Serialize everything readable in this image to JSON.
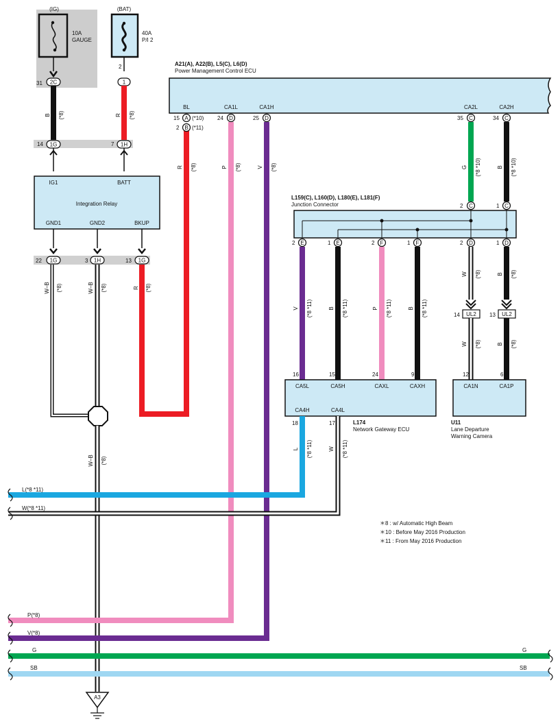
{
  "colors": {
    "component_fill": "#cde9f5",
    "fuse_bg": "#cdcdcd",
    "junction_bar": "#d0d0d0",
    "red": "#ec1c24",
    "black": "#111111",
    "pink": "#f08cbe",
    "violet": "#6a2c91",
    "green": "#00a651",
    "blue": "#1aa7e0",
    "sky_blue": "#9fd7f2",
    "white_wire": "#ffffff"
  },
  "fuses": {
    "gauge": {
      "source": "(IG)",
      "rating": "10A",
      "name": "GAUGE",
      "pin": "31",
      "connector": "2C"
    },
    "pi2": {
      "source": "(BAT)",
      "rating": "40A",
      "name": "P/I 2",
      "pin_top": "2",
      "pin": "1"
    }
  },
  "wire_labels": {
    "gauge_b": {
      "color": "B",
      "note": "(*8)"
    },
    "pi2_r": {
      "color": "R",
      "note": "(*8)"
    },
    "ecu_r": {
      "color": "R",
      "note": "(*8)"
    },
    "ecu_p": {
      "color": "P",
      "note": "(*8)"
    },
    "ecu_v": {
      "color": "V",
      "note": "(*8)"
    },
    "ecu_g": {
      "color": "G",
      "note": "(*8 *10)"
    },
    "ecu_b": {
      "color": "B",
      "note": "(*8 *10)"
    },
    "gnd1": {
      "color": "W–B",
      "note": "(*8)"
    },
    "gnd2": {
      "color": "W–B",
      "note": "(*8)"
    },
    "bkup": {
      "color": "R",
      "note": "(*8)"
    },
    "ground_main": {
      "color": "W–B",
      "note": "(*8)"
    },
    "jc_v": {
      "color": "V",
      "note": "(*8 *11)"
    },
    "jc_b1": {
      "color": "B",
      "note": "(*8 *11)"
    },
    "jc_p": {
      "color": "P",
      "note": "(*8 *11)"
    },
    "jc_b2": {
      "color": "B",
      "note": "(*8 *11)"
    },
    "jc_w": {
      "color": "W",
      "note": "(*8)"
    },
    "jc_b3": {
      "color": "B",
      "note": "(*8)"
    },
    "cam_w": {
      "color": "W",
      "note": "(*8)"
    },
    "cam_b": {
      "color": "B",
      "note": "(*8)"
    },
    "gw_l": {
      "color": "L",
      "note": "(*8 *11)"
    },
    "gw_w": {
      "color": "W",
      "note": "(*8 *11)"
    }
  },
  "junction_1": {
    "pin_left": "14",
    "conn_left": "1G",
    "pin_right": "7",
    "conn_right": "1H"
  },
  "integration_relay": {
    "name": "Integration Relay",
    "terminals": {
      "ig1": "IG1",
      "batt": "BATT",
      "gnd1": "GND1",
      "gnd2": "GND2",
      "bkup": "BKUP"
    }
  },
  "junction_2": {
    "pins": [
      {
        "pin": "22",
        "conn": "1G"
      },
      {
        "pin": "3",
        "conn": "1H"
      },
      {
        "pin": "13",
        "conn": "1G"
      }
    ]
  },
  "power_ecu": {
    "code": "A21(A), A22(B), L5(C), L6(D)",
    "name": "Power Management Control ECU",
    "terminals": {
      "bl": "BL",
      "ca1l": "CA1L",
      "ca1h": "CA1H",
      "ca2l": "CA2L",
      "ca2h": "CA2H"
    },
    "pins": {
      "bl_a": {
        "pin": "15",
        "conn": "A",
        "note": "(*10)"
      },
      "bl_b": {
        "pin": "2",
        "conn": "B",
        "note": "(*11)"
      },
      "ca1l": {
        "pin": "24",
        "conn": "D"
      },
      "ca1h": {
        "pin": "25",
        "conn": "D"
      },
      "ca2l": {
        "pin": "35",
        "conn": "C"
      },
      "ca2h": {
        "pin": "34",
        "conn": "C"
      }
    }
  },
  "junction_connector": {
    "code": "L159(C), L160(D), L180(E), L181(F)",
    "name": "Junction Connector",
    "top_pins": [
      {
        "pin": "2",
        "conn": "C"
      },
      {
        "pin": "1",
        "conn": "C"
      }
    ],
    "bottom_pins": [
      {
        "pin": "2",
        "conn": "E"
      },
      {
        "pin": "1",
        "conn": "E"
      },
      {
        "pin": "2",
        "conn": "F"
      },
      {
        "pin": "1",
        "conn": "F"
      },
      {
        "pin": "2",
        "conn": "D"
      },
      {
        "pin": "1",
        "conn": "D"
      }
    ]
  },
  "ul2": [
    {
      "pin": "14",
      "conn": "UL2"
    },
    {
      "pin": "13",
      "conn": "UL2"
    }
  ],
  "gateway_ecu": {
    "code": "L174",
    "name": "Network Gateway ECU",
    "terminals": {
      "ca5l": "CA5L",
      "ca5h": "CA5H",
      "caxl": "CAXL",
      "caxh": "CAXH",
      "ca4h": "CA4H",
      "ca4l": "CA4L"
    },
    "pins": {
      "ca5l": "16",
      "ca5h": "15",
      "caxl": "24",
      "caxh": "9",
      "ca4h": "18",
      "ca4l": "17"
    }
  },
  "camera": {
    "code": "U11",
    "name_line1": "Lane Departure",
    "name_line2": "Warning Camera",
    "terminals": {
      "ca1n": "CA1N",
      "ca1p": "CA1P"
    },
    "pins": {
      "ca1n": "12",
      "ca1p": "6"
    }
  },
  "notes": [
    "＊8 : w/ Automatic High Beam",
    "＊10 : Before May 2016 Production",
    "＊11 : From May 2016 Production"
  ],
  "bus_lines": {
    "l": "L(*8 *11)",
    "w": "W(*8 *11)",
    "p": "P(*8)",
    "v": "V(*8)",
    "g_left": "G",
    "g_right": "G",
    "sb_left": "SB",
    "sb_right": "SB"
  },
  "ground": {
    "label": "A3"
  }
}
